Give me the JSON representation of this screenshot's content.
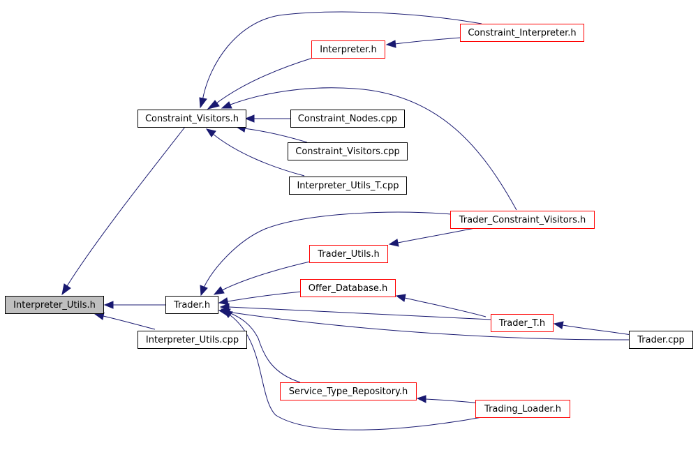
{
  "nodes": {
    "interpreter_utils_h": "Interpreter_Utils.h",
    "constraint_visitors_h": "Constraint_Visitors.h",
    "interpreter_h": "Interpreter.h",
    "constraint_interpreter_h": "Constraint_Interpreter.h",
    "constraint_nodes_cpp": "Constraint_Nodes.cpp",
    "constraint_visitors_cpp": "Constraint_Visitors.cpp",
    "interpreter_utils_t_cpp": "Interpreter_Utils_T.cpp",
    "trader_constraint_visitors_h": "Trader_Constraint_Visitors.h",
    "trader_utils_h": "Trader_Utils.h",
    "offer_database_h": "Offer_Database.h",
    "trader_h": "Trader.h",
    "trader_t_h": "Trader_T.h",
    "trader_cpp": "Trader.cpp",
    "interpreter_utils_cpp": "Interpreter_Utils.cpp",
    "service_type_repository_h": "Service_Type_Repository.h",
    "trading_loader_h": "Trading_Loader.h"
  },
  "colors": {
    "edge": "#191970",
    "documented_border": "#ff0000",
    "plain_border": "#000000",
    "root_fill": "#bfbfbf"
  }
}
